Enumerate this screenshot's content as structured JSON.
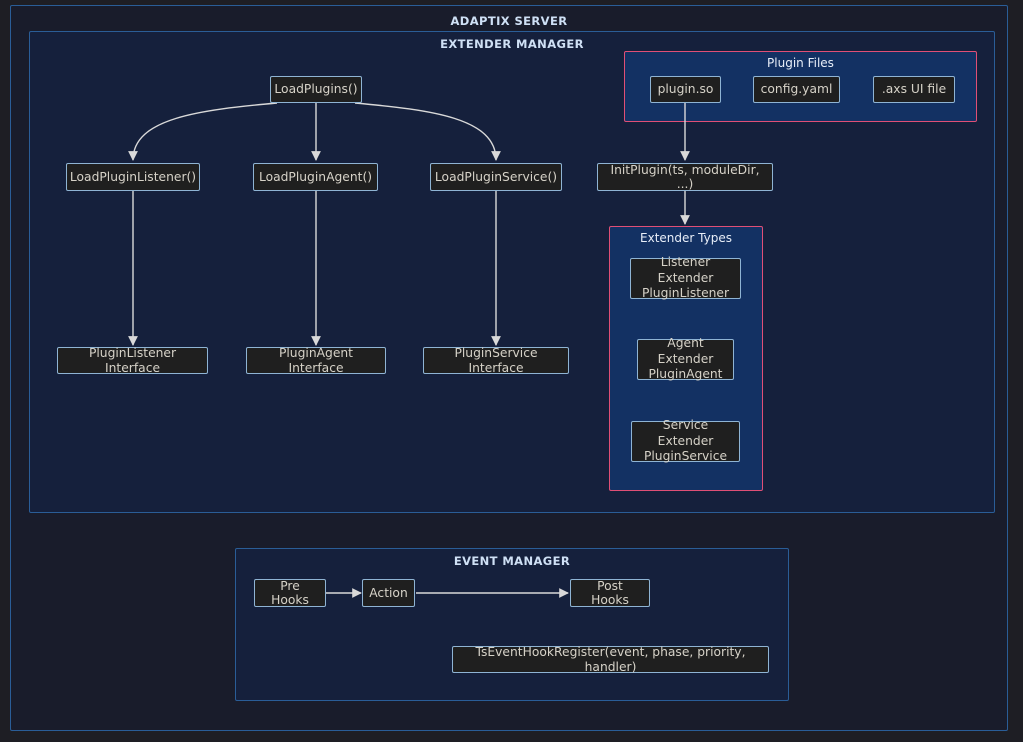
{
  "diagram": {
    "root_title": "ADAPTIX SERVER",
    "panels": [
      {
        "id": "extender_manager",
        "title": "EXTENDER MANAGER"
      },
      {
        "id": "event_manager",
        "title": "EVENT MANAGER"
      }
    ],
    "groups": [
      {
        "id": "plugin_files",
        "title": "Plugin Files"
      },
      {
        "id": "extender_types",
        "title": "Extender Types"
      }
    ],
    "nodes": {
      "load_plugins": "LoadPlugins()",
      "load_plugin_listener": "LoadPluginListener()",
      "load_plugin_agent": "LoadPluginAgent()",
      "load_plugin_service": "LoadPluginService()",
      "plugin_listener_interface": "PluginListener Interface",
      "plugin_agent_interface": "PluginAgent Interface",
      "plugin_service_interface": "PluginService Interface",
      "plugin_so": "plugin.so",
      "config_yaml": "config.yaml",
      "axs_ui_file": ".axs UI file",
      "init_plugin": "InitPlugin(ts, moduleDir, ...)",
      "listener_extender": "Listener Extender\nPluginListener",
      "agent_extender": "Agent Extender\nPluginAgent",
      "service_extender": "Service Extender\nPluginService",
      "pre_hooks": "Pre Hooks",
      "action": "Action",
      "post_hooks": "Post Hooks",
      "ts_event_hook_register": "TsEventHookRegister(event, phase, priority, handler)"
    },
    "colors": {
      "background": "#1e1e24",
      "panel_root": "#191c2b",
      "panel_sub": "#15203c",
      "panel_border": "#2a5d97",
      "group_fill": "#133163",
      "group_border": "#e04f76",
      "node_fill": "#1f1f1f",
      "node_border": "#8fb4d4",
      "node_text": "#d6d2c8",
      "title_text": "#cfe0f5",
      "edge": "#d9d9d9"
    },
    "edges": [
      {
        "from": "load_plugins",
        "to": "load_plugin_listener"
      },
      {
        "from": "load_plugins",
        "to": "load_plugin_agent"
      },
      {
        "from": "load_plugins",
        "to": "load_plugin_service"
      },
      {
        "from": "load_plugin_listener",
        "to": "plugin_listener_interface"
      },
      {
        "from": "load_plugin_agent",
        "to": "plugin_agent_interface"
      },
      {
        "from": "load_plugin_service",
        "to": "plugin_service_interface"
      },
      {
        "from": "plugin_so",
        "to": "init_plugin"
      },
      {
        "from": "init_plugin",
        "to": "extender_types"
      },
      {
        "from": "pre_hooks",
        "to": "action"
      },
      {
        "from": "action",
        "to": "post_hooks"
      }
    ]
  }
}
